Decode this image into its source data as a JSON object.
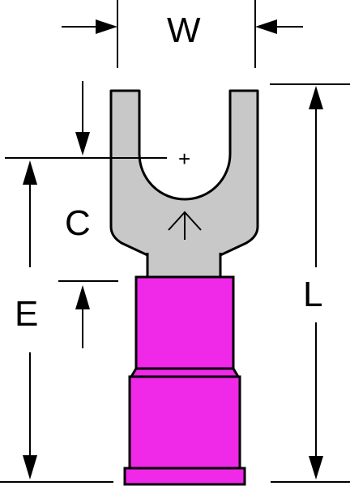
{
  "labels": {
    "w": "W",
    "c": "C",
    "e": "E",
    "l": "L",
    "center_mark": "+"
  },
  "colors": {
    "insulation": "#f028e8",
    "metal": "#c8c8c8",
    "line": "#000000",
    "background": "#ffffff"
  }
}
